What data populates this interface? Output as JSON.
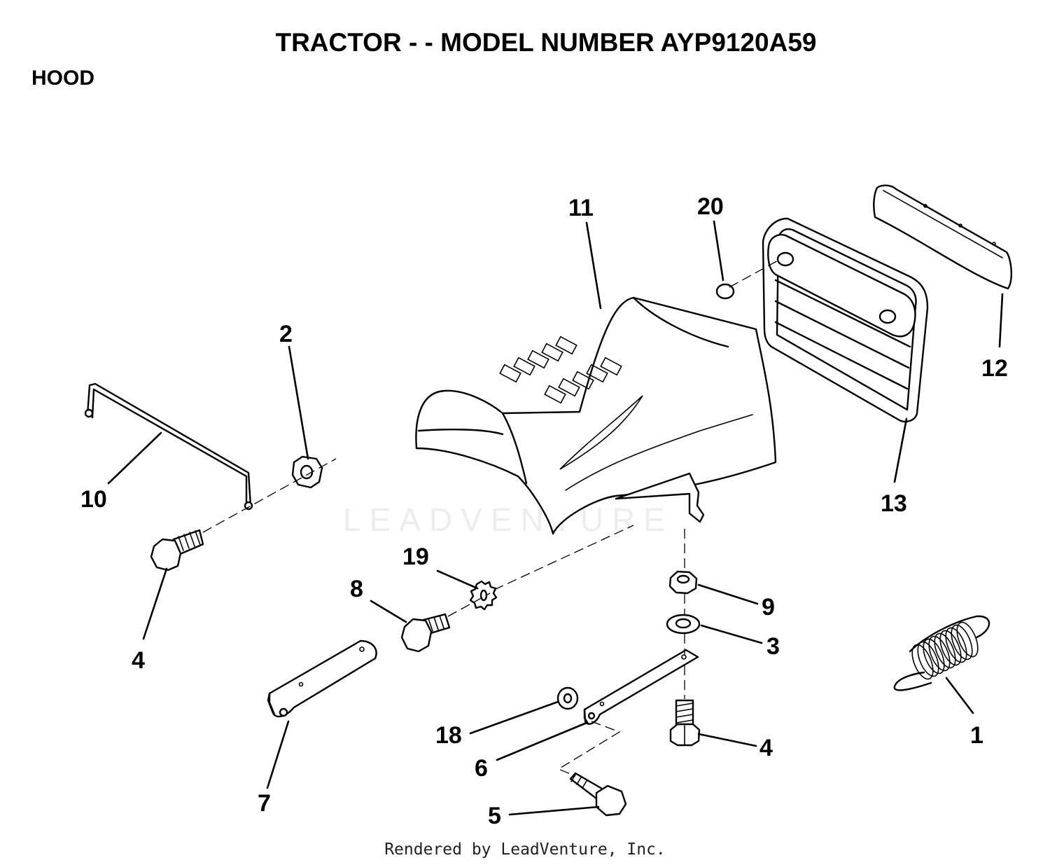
{
  "header": {
    "title": "TRACTOR - - MODEL NUMBER AYP9120A59",
    "section": "HOOD"
  },
  "watermark": "LEADVENTURE",
  "footer": "Rendered by LeadVenture, Inc.",
  "callouts": {
    "c1": "1",
    "c2": "2",
    "c3": "3",
    "c4a": "4",
    "c4b": "4",
    "c5": "5",
    "c6": "6",
    "c7": "7",
    "c8": "8",
    "c9": "9",
    "c10": "10",
    "c11": "11",
    "c12": "12",
    "c13": "13",
    "c18": "18",
    "c19": "19",
    "c20": "20"
  }
}
